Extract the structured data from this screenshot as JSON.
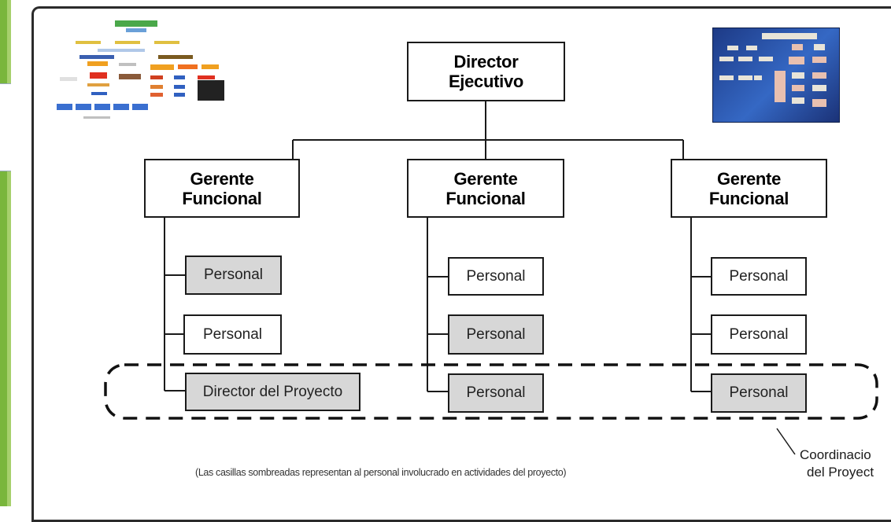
{
  "diagram": {
    "top": {
      "line1": "Director",
      "line2": "Ejecutivo"
    },
    "managers": [
      {
        "line1": "Gerente",
        "line2": "Funcional"
      },
      {
        "line1": "Gerente",
        "line2": "Funcional"
      },
      {
        "line1": "Gerente",
        "line2": "Funcional"
      }
    ],
    "columns": [
      {
        "items": [
          {
            "label": "Personal",
            "shaded": true
          },
          {
            "label": "Personal",
            "shaded": false
          },
          {
            "label": "Director del Proyecto",
            "shaded": true
          }
        ]
      },
      {
        "items": [
          {
            "label": "Personal",
            "shaded": false
          },
          {
            "label": "Personal",
            "shaded": true
          },
          {
            "label": "Personal",
            "shaded": true
          }
        ]
      },
      {
        "items": [
          {
            "label": "Personal",
            "shaded": false
          },
          {
            "label": "Personal",
            "shaded": false
          },
          {
            "label": "Personal",
            "shaded": true
          }
        ]
      }
    ],
    "caption": "(Las casillas sombreadas representan al personal involucrado en actividades del proyecto)",
    "coordination": {
      "line1": "Coordinacio",
      "line2": "del Proyect"
    }
  },
  "colors": {
    "shaded_fill": "#d7d7d7",
    "line": "#1a1a1a",
    "sidebar_green": "#79b63c"
  }
}
